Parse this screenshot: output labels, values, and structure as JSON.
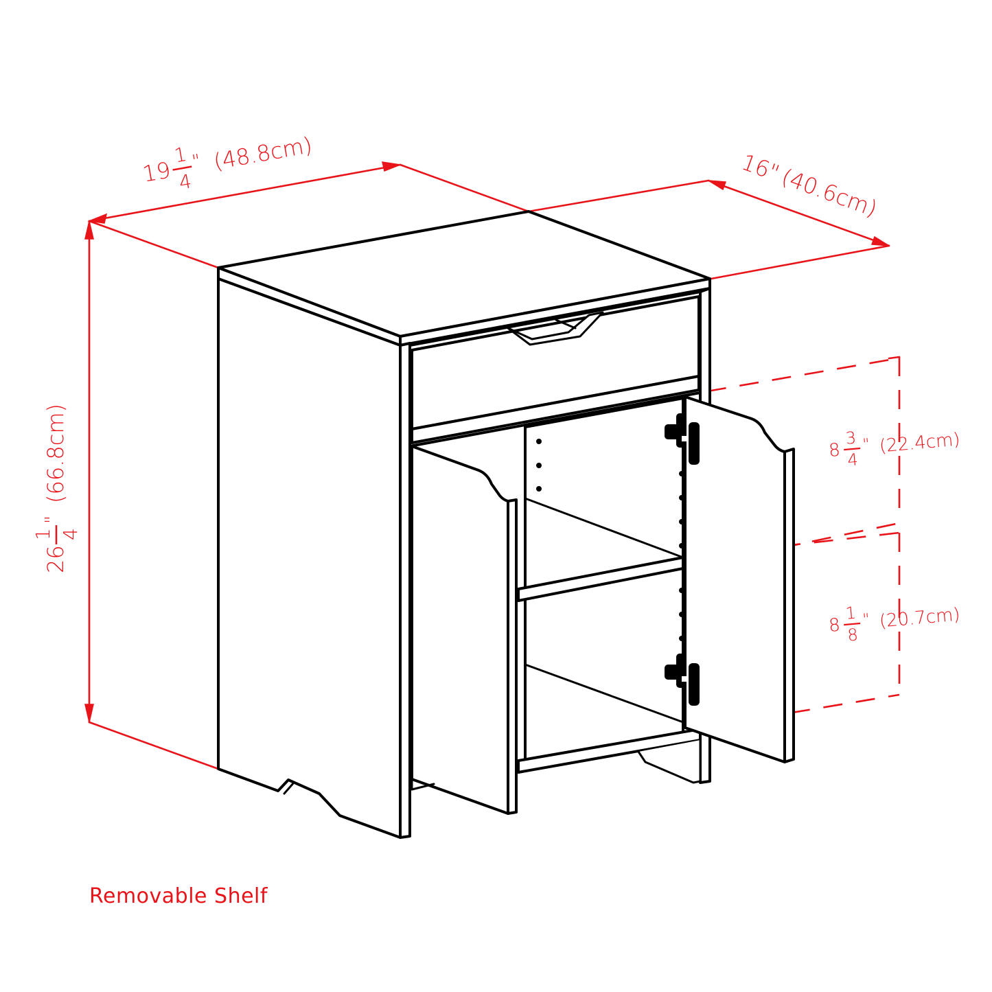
{
  "diagram": {
    "subject": "Two-door storage cabinet with top drawer",
    "accent_color": "#e8141a",
    "line_color": "#000000",
    "dimensions": {
      "width": {
        "whole": "19",
        "num": "1",
        "den": "4",
        "inch_mark": "\"",
        "metric": "(48.8cm)"
      },
      "depth": {
        "label": "16\"",
        "metric": "(40.6cm)"
      },
      "height": {
        "whole": "26",
        "num": "1",
        "den": "4",
        "inch_mark": "\"",
        "metric": "(66.8cm)"
      },
      "upper_compartment": {
        "whole": "8",
        "num": "3",
        "den": "4",
        "inch_mark": "\"",
        "metric": "(22.4cm)"
      },
      "lower_compartment": {
        "whole": "8",
        "num": "1",
        "den": "8",
        "inch_mark": "\"",
        "metric": "(20.7cm)"
      }
    },
    "caption": "Removable Shelf"
  }
}
